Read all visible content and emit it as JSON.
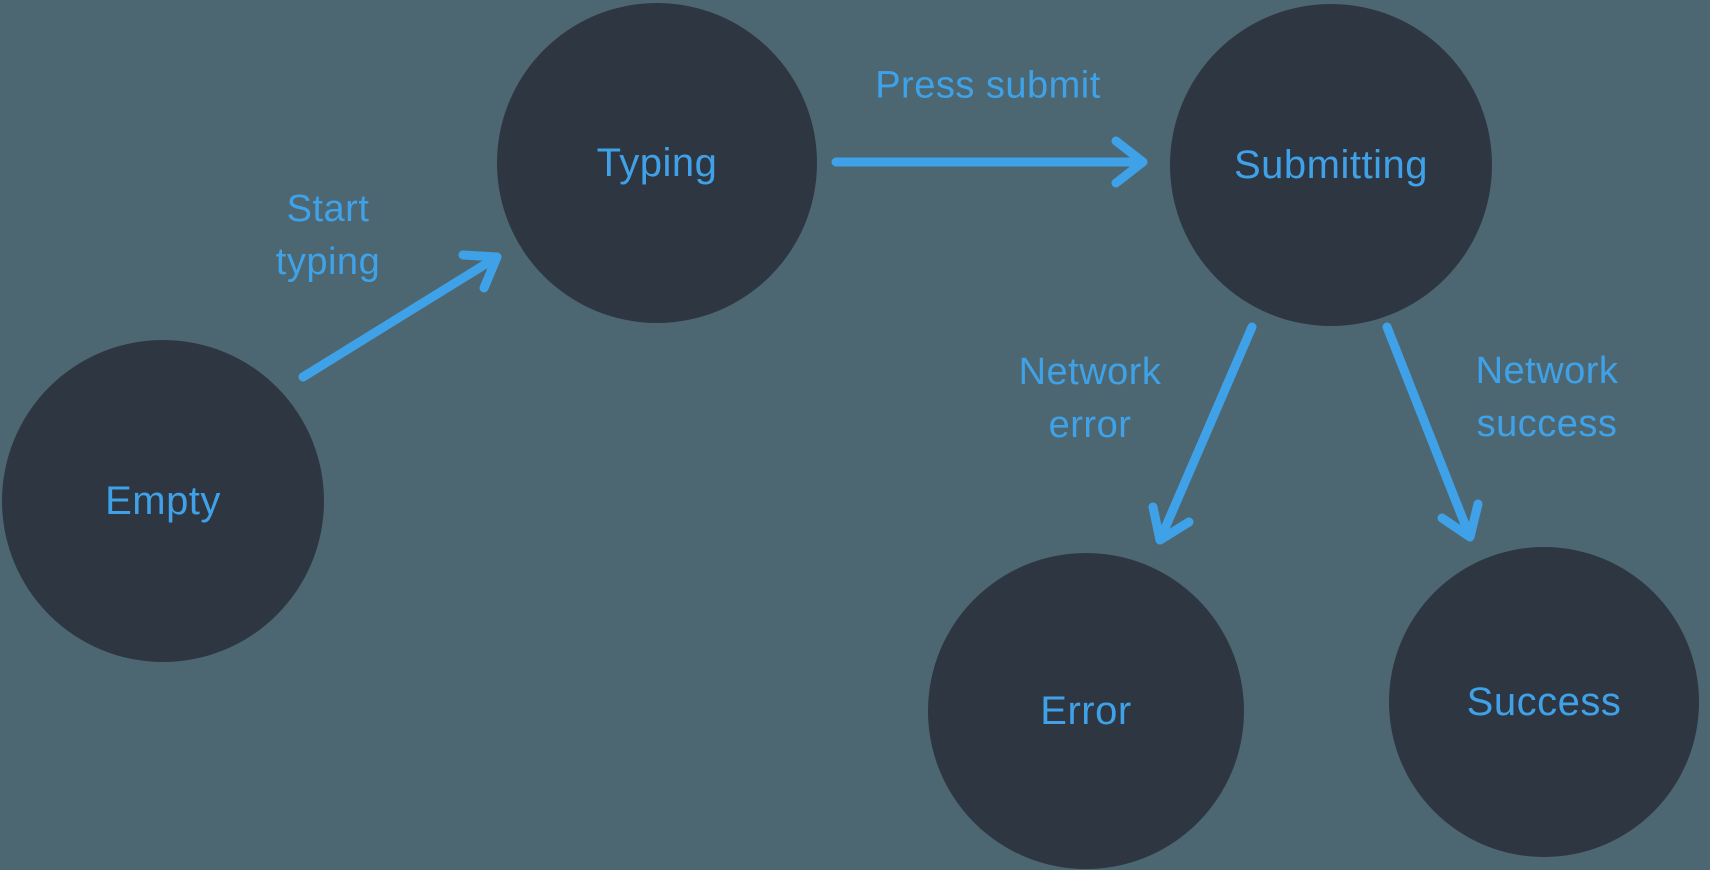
{
  "colors": {
    "background": "#4C6771",
    "node_fill": "#2E3642",
    "accent_blue": "#3FA2E8"
  },
  "diagram": {
    "type": "state-machine",
    "nodes": [
      {
        "id": "empty",
        "label": "Empty"
      },
      {
        "id": "typing",
        "label": "Typing"
      },
      {
        "id": "submitting",
        "label": "Submitting"
      },
      {
        "id": "error",
        "label": "Error"
      },
      {
        "id": "success",
        "label": "Success"
      }
    ],
    "edges": [
      {
        "id": "start-typing",
        "from": "Empty",
        "to": "Typing",
        "label": "Start typing",
        "lines": [
          "Start",
          "typing"
        ]
      },
      {
        "id": "press-submit",
        "from": "Typing",
        "to": "Submitting",
        "label": "Press submit",
        "lines": [
          "Press submit"
        ]
      },
      {
        "id": "network-error",
        "from": "Submitting",
        "to": "Error",
        "label": "Network error",
        "lines": [
          "Network",
          "error"
        ]
      },
      {
        "id": "network-success",
        "from": "Submitting",
        "to": "Success",
        "label": "Network success",
        "lines": [
          "Network",
          "success"
        ]
      }
    ]
  }
}
